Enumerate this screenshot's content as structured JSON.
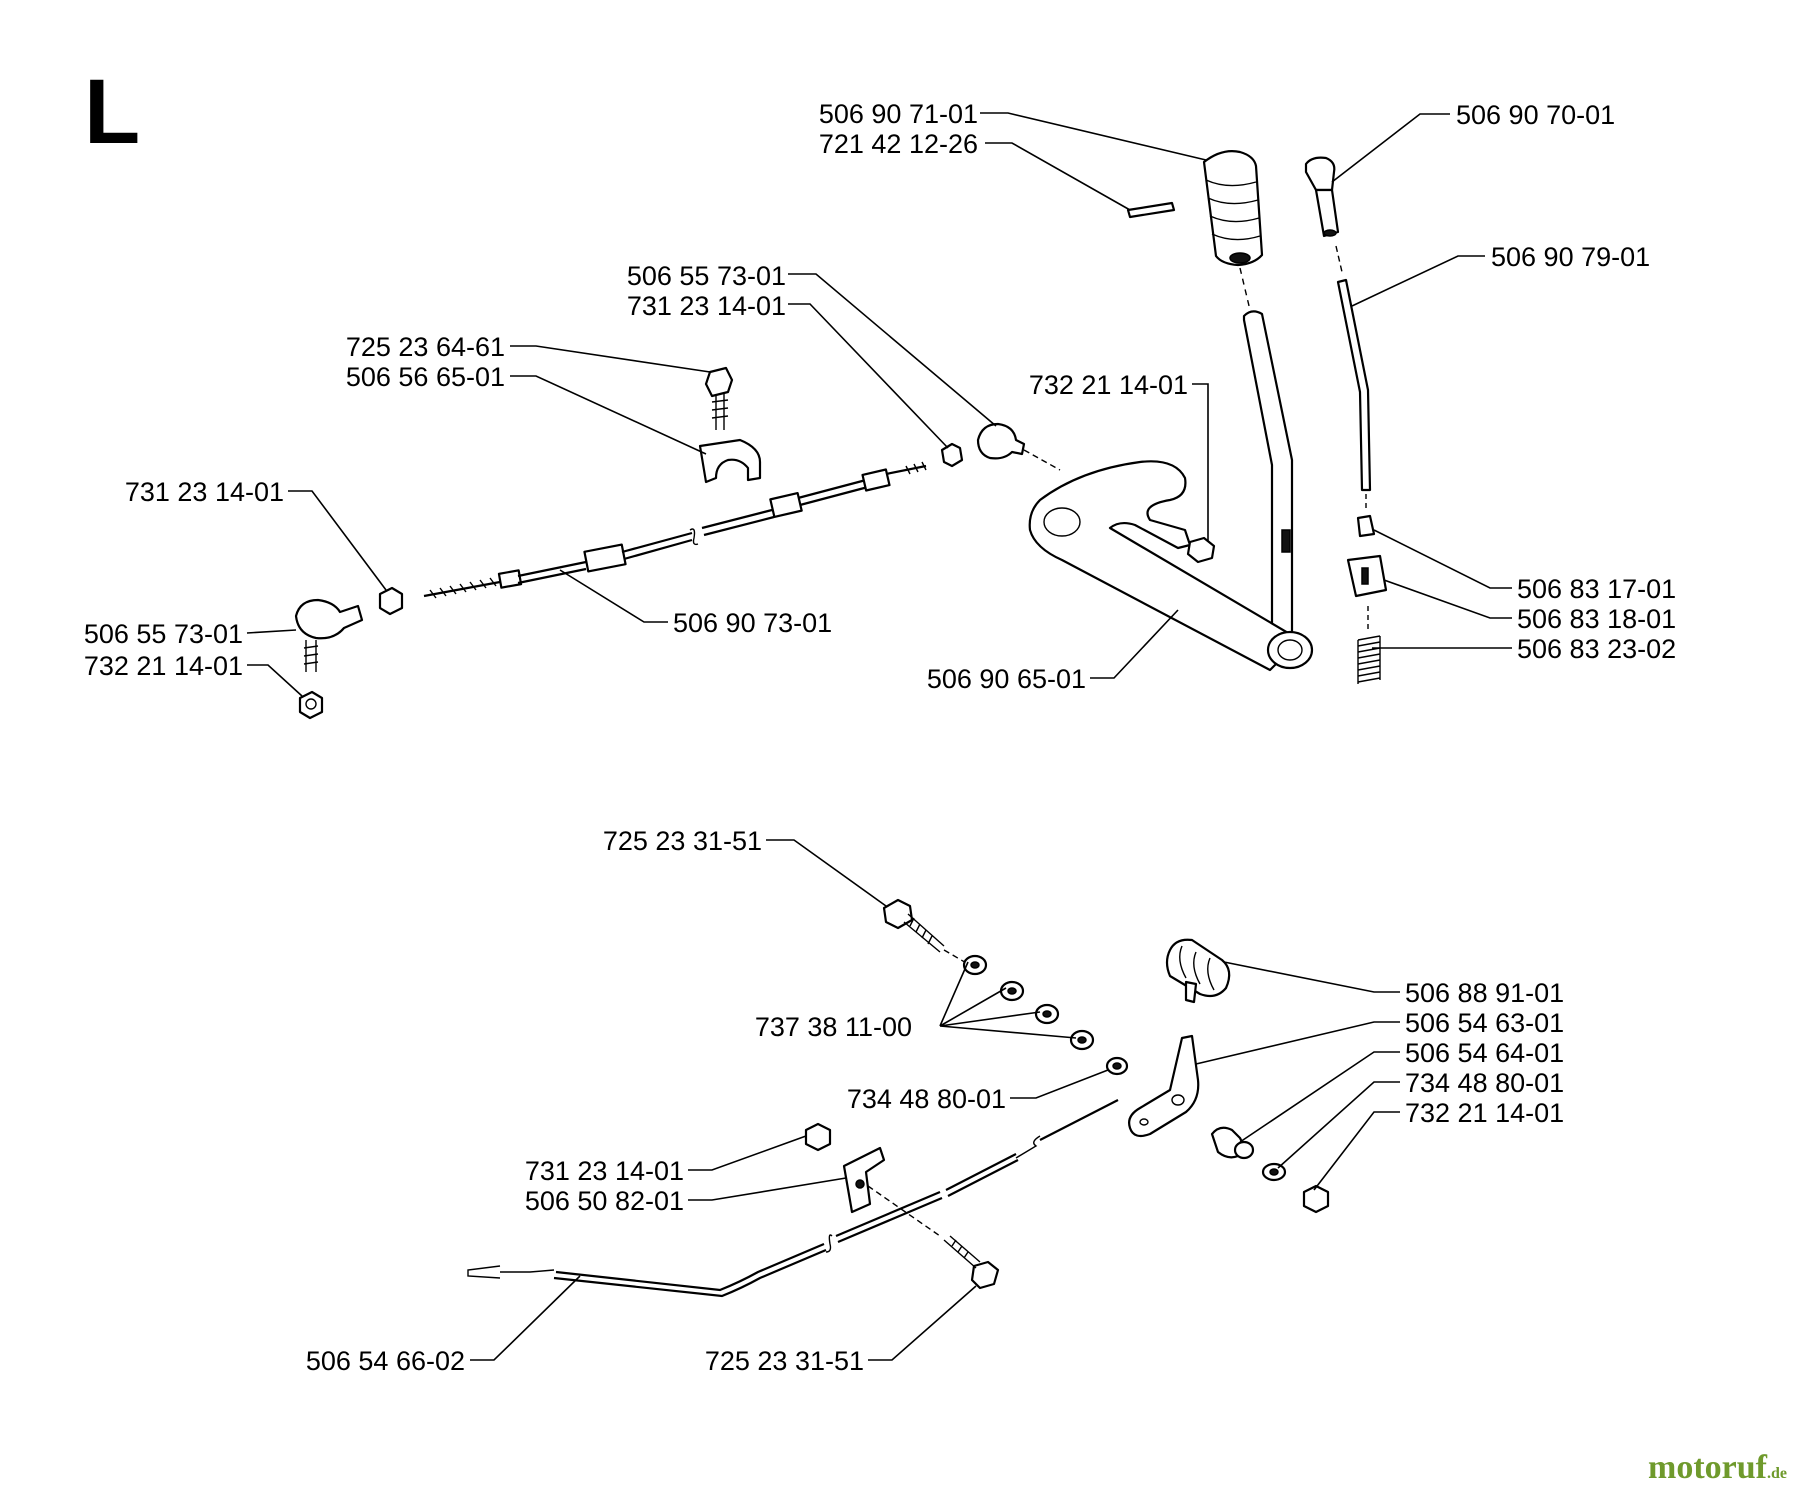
{
  "sheet": {
    "letter": "L"
  },
  "watermark": {
    "text": "motoruf",
    "suffix": ".de"
  },
  "colors": {
    "ink": "#000000",
    "background": "#ffffff",
    "watermark_m": "#1f5fa8",
    "watermark_rest": "#6f9a2c"
  },
  "upper_assembly": {
    "labels": [
      "506 90 71-01",
      "721 42 12-26",
      "506 90 70-01",
      "506 90 79-01",
      "506 55 73-01",
      "731 23 14-01",
      "725 23 64-61",
      "506 56 65-01",
      "732 21 14-01",
      "731 23 14-01",
      "506 90 73-01",
      "506 55 73-01",
      "732 21 14-01",
      "506 83 17-01",
      "506 83 18-01",
      "506 83 23-02",
      "506 90 65-01"
    ]
  },
  "lower_assembly": {
    "labels": [
      "725 23 31-51",
      "506 88 91-01",
      "506 54 63-01",
      "737 38 11-00",
      "506 54 64-01",
      "734 48 80-01",
      "734 48 80-01",
      "732 21 14-01",
      "731 23 14-01",
      "506 50 82-01",
      "506 54 66-02",
      "725 23 31-51"
    ]
  }
}
